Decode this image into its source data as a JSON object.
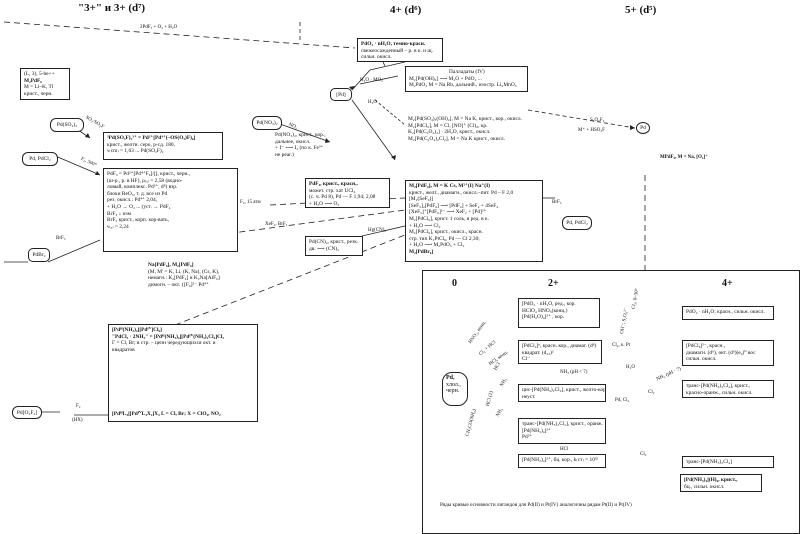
{
  "headers": {
    "h1": "\"3+\" и 3+ (d⁷)",
    "h2": "4+ (d⁶)",
    "h3": "5+ (d⁵)"
  },
  "topleft_label": "2PdF₃ + O₂ + H₂O",
  "pdo2_box": [
    "PdO₂ · nH₂O, темно-красн.",
    "свежеосажденный – р. в к. и щ.",
    "сильн. окисл."
  ],
  "lm_box": [
    "(L, 3), 5-be++",
    "M₂PdF₆",
    "M = Li–K, Tl",
    "крист., черн."
  ],
  "pdso4_node": "Pd(SO₄)₂",
  "pdso4_label": "SO₃/SO₂F",
  "pdso4_box": [
    "³Pd(SO₃F)₂³⁺ = Pd²⁺[Pd⁴⁺(–OS(O₃)F)₆]",
    "крист., желтн. серо, р-сд. 180,",
    "ν₍cm₎ = 1,63 ... Pd(SO₃F)₂"
  ],
  "pdf2_node": "Pd, PdCl₂",
  "pdf2_label": "F₂, 500°",
  "pdf3_box": [
    "PdF₃ = Pd²⁺[Pd⁴⁺F₆]/[], крист., черн.,",
    "(ш-р., р. в HF), ρ₍ₐ₎ = 2,58 (водно-",
    "ловый, комплекс. Pd²⁺, d⁸) взр.",
    "блоки ReO₃, т. д. все из Pd",
    "рез. окисл.; Pd⁴⁺ 2,04,",
    "+ H₂O → O₂ ... (уст. → PdF₄",
    "BrF₃ ↓ изм",
    "BrF₅ крист., корп. кор-вать,",
    "ν₍ₐ₎ = 2,24"
  ],
  "pdbr2_node": "PdBr₂",
  "pdbr2_label": "BrF₃",
  "pdno3_node": "Pd(NO₃)₂",
  "pdno3_label": "NO₂",
  "pdno3_box": [
    "Pd(NO₃)₂, крист., кор.,",
    "дальнее, окисл.",
    "+ I⁻ ⟶ I₂ (по к. Fe³⁺",
    "не реаг.)"
  ],
  "pdf4_box": [
    "PdF₄, крист., красн.,",
    "может. стр. хат UCl₄",
    "(с. ч. Pd 8), Pd — F 1,94; 2,08",
    "+ H₂O ⟶ O₂"
  ],
  "mid_label1": "F₂, 15 атм",
  "mid_label2": "XeF₂, BrF₃",
  "pdcn_box": [
    "Pd(CN)₄, крист., резк.",
    "дв. ⟶ (CN)₂"
  ],
  "pdcn_label": "Hg(CN)₂",
  "napdf_box": [
    "Na[PdF₆], M₂[PdF₆]",
    "(M, M' = K, Li, (K, Na), (Cs, K),",
    "немагн.: K₂[PdF₆] и K₂Na[AlF₆]",
    "димогн. – окт. {[F₆]²⁻ Pd⁴⁺"
  ],
  "center_node": "[Pd]",
  "center_label": "H₂O",
  "mno_label": "H₂O · MO₂",
  "h2o_label": "H₂O",
  "pdoh_box": [
    "Палладаты (IV)",
    "M₂[Pd(OH)₆] ⟶ M₂O + PdO₂ ...",
    "M₂PdO₃  M = Na  Rb, дальний., изостр. Li₂MnO₃"
  ],
  "m2pdcl_box": [
    "M₂[Pd(SO₄)₃(OH)₂], M = Na K, крист., кор., окисл.",
    "M₂[PdCl₆], M = Cl, [NO]⁺ (Cl)₆, кр.",
    "K₂[Pd(C₂O₄)₂] · 2H₂O, крист., окисл.",
    "M₂[Pd(C₂O₄)₂Cl₂], M = Na K крист., окисл."
  ],
  "sf_label": "S₂O₆F₂",
  "mpd_label": "M⁺ + HSO₃F",
  "pd_right_node": "Pd",
  "mpdf6_text": "MPdF₆, M = Na, [O₂]⁺",
  "big_box": [
    "M₂[PdF₆], M = K  Cs, M²⁺(I) Na⁺(I)",
    "крист., желт., диамагн., окисл.–пит. Pd – F 2,0",
    "[M₂(SeF₆)]",
    "[SeF₃]₂[PdF₆] ⟶ [PdF₄] + SeF₄ + 4SeF₄",
    "[XeF₅]⁺[PdF₆]²⁻ ⟶ XeF₂ + [Pd]²⁺",
    "M₂[PdCl₆], крист. 1 соль, в ред. в к.",
    "+ H₂O ⟶ Cl₂",
    "M₂[PdCl₆], крист., окисл., красн.",
    "стр. тип K₂PtCl₆, Pd — Cl 2,30;",
    "+ H₂O ⟶ M₂PdO₃ + Cl₂",
    "M₂[PdBr₆]"
  ],
  "brf3_label": "BrF₃",
  "pdbr_node": "Pd, PdCl₂",
  "complex_box": [
    "[Pdᴵᴵ(NH₃)₄][Pdᴵⱽ]Cl₆]",
    "\"PdCl₃ · 2NH₃\" = [Pdᴵᴵ(NH₃)₄][Pdᴵⱽ(NH₃)₂Cl₄]Cl₂",
    "Г = Cl, Br; в стр. – цепи чередующихся окт. и",
    "квадратов"
  ],
  "complex_bottom": "[PdᴵᴵL₄][PdᴵⱽL₄X₂]X₄  L = Cl, Br; X = ClO₄, NO₂",
  "pdo2f_node": "Pd[O₂F₂]",
  "pdo2f_label1": "F₂",
  "pdo2f_label2": "(HX)",
  "inset_headers": {
    "a": "0",
    "b": "2+",
    "c": "4+"
  },
  "inset_pd_node": [
    "Pd,",
    "хлол.,",
    "черн."
  ],
  "inset_box_oxides": [
    "[PdO₂ · nH₂O, ред., кор.",
    "HClO₄  HNO₃(конц.)",
    "[Pd(H₂O)₄]²⁺ , кор."
  ],
  "inset_pdcl2": [
    "[PdCl₂]ⁿ, красн. кор., диамаг. (d⁸)",
    "квадрат. (d₂₃)²",
    "Cl⁻"
  ],
  "inset_pdcl4": [
    "[PdCl₆]²⁻, красн.,",
    "диамагн. (d⁶), окт. (d⁶)(e₉)⁰ вос",
    "сильн. окисл."
  ],
  "inset_pdo_4": "PdO₂ · nH₂O; красн., сильн. окисл.",
  "inset_cis_box": [
    "цис-[Pd(NH₃)₂Cl₂], крист., желто-кор.",
    "неуст."
  ],
  "inset_trans_box": [
    "транс-[Pd(NH₃)₂Cl₂], крист., оранж.",
    "[Pd(NH₃)₄]²⁺",
    "Pd²⁺"
  ],
  "inset_trans4_box": [
    "транс-[Pd(NH₃)₂Cl₄], крист.,",
    "красно-оранж., сильн. окисл."
  ],
  "inset_pdnh3_box": [
    "[Pd(NH₃)₄]²⁺, бц. кор., k₍ст₎ = 10³²"
  ],
  "inset_trans_last": "транс-[Pd(NH₃)₂Cl₄]",
  "inset_pdnh_cl": [
    "[Pd(NH₃)₄](H)₆, крист.,",
    "бц., сильн. окисл."
  ],
  "inset_labels": [
    "HNO₃, конц.",
    "Cl₂ + HCl",
    "HCl, конц.",
    "Cl₂, к. Pt",
    "H₂O",
    "NH₃ (pH < 7)",
    "NH₃",
    "HCl",
    "Cl₂",
    "Cl₂",
    "NH₃ (рН · 7)",
    "CH₃CO(NH₂)",
    "HCl",
    "NH₃",
    "HCl (2)",
    "Pd, Cl₂",
    "OH⁻; S₂O₈²⁻",
    "Cl₂, 0–30°"
  ],
  "caption": "Ряды кривые основности лигандов для Pd(II) и Pt(IV) аналогичны рядам Pt(II) и Pt(IV)",
  "colors": {
    "line": "#222222",
    "bg": "#ffffff"
  }
}
